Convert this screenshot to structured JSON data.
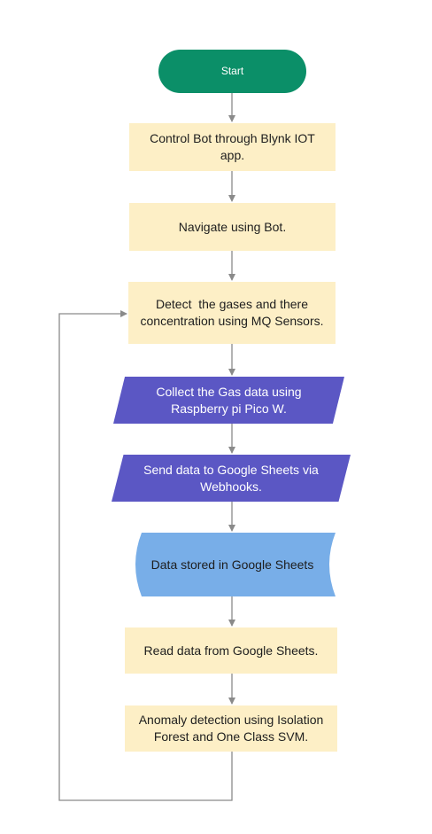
{
  "nodes": {
    "start": "Start",
    "control": "Control Bot through Blynk IOT app.",
    "navigate": "Navigate using Bot.",
    "detect": "Detect  the gases and there concentration using MQ Sensors.",
    "collect": "Collect the Gas data using Raspberry pi Pico W.",
    "send": "Send data to Google Sheets via Webhooks.",
    "stored": "Data stored in Google Sheets",
    "read": "Read data from Google Sheets.",
    "anomaly": "Anomaly detection using Isolation Forest and One Class SVM."
  },
  "colors": {
    "terminator": "#0b8f68",
    "process": "#fdefc6",
    "io": "#5b57c4",
    "storage": "#78aee8",
    "connector": "#8a8a8a"
  }
}
